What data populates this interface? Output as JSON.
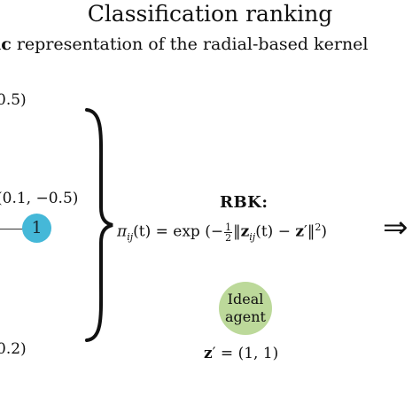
{
  "title": "Classification ranking",
  "subtitle": {
    "bold_prefix": "ic",
    "text": " representation of the radial-based kernel"
  },
  "coordinates": {
    "top": "0.5)",
    "middle": "(0.1, −0.5)",
    "bottom": "0.2)"
  },
  "nodes": {
    "node_1": "1"
  },
  "rbk": {
    "heading": "RBK:",
    "lhs": "π",
    "lhs_sub": "ij",
    "lhs_arg": "(t) = exp",
    "paren_open": "(",
    "minus": "−",
    "frac_num": "1",
    "frac_den": "2",
    "norm_open": "‖",
    "z": "z",
    "z_sub": "ij",
    "z_arg": "(t) − ",
    "zp": "z",
    "zp_prime": "′",
    "norm_close": "‖",
    "power": "2",
    "paren_close": ")"
  },
  "arrow_symbol": "⇒",
  "ideal_agent": {
    "line1": "Ideal",
    "line2": "agent",
    "z_label": "z",
    "z_prime": "′",
    "z_value": " = (1, 1)"
  },
  "colors": {
    "node_blue": "#45b8d8",
    "agent_green": "#bcd99a",
    "ink": "#111111"
  }
}
